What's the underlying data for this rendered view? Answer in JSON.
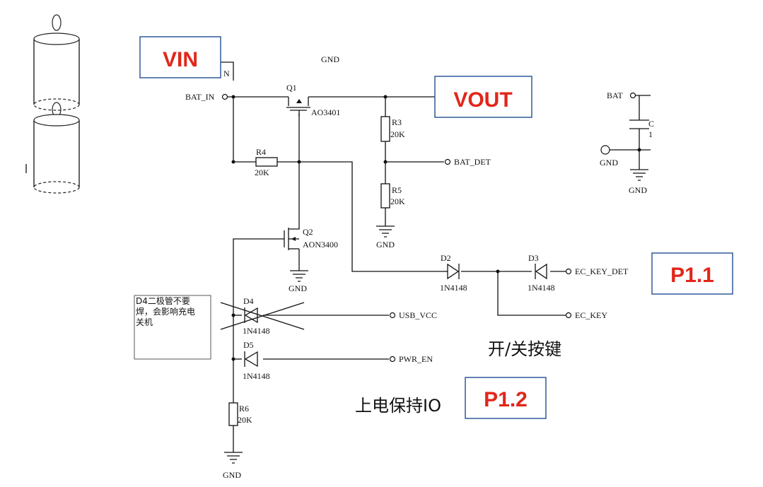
{
  "callouts": {
    "vin": "VIN",
    "vout": "VOUT",
    "p11": "P1.1",
    "p12": "P1.2"
  },
  "nets": {
    "bat_in": "BAT_IN",
    "bat_in_partial": "N",
    "gnd_top": "GND",
    "bat_det": "BAT_DET",
    "ec_key_det": "EC_KEY_DET",
    "ec_key": "EC_KEY",
    "usb_vcc": "USB_VCC",
    "pwr_en": "PWR_EN",
    "bat_right": "BAT",
    "gnd_right_node": "GND",
    "gnd_right": "GND",
    "gnd_r5": "GND",
    "gnd_q2": "GND",
    "gnd_r6": "GND",
    "cap_partial": "C",
    "cap_partial_val": "1"
  },
  "parts": {
    "q1": {
      "ref": "Q1",
      "value": "AO3401"
    },
    "q2": {
      "ref": "Q2",
      "value": "AON3400"
    },
    "r3": {
      "ref": "R3",
      "value": "20K"
    },
    "r4": {
      "ref": "R4",
      "value": "20K"
    },
    "r5": {
      "ref": "R5",
      "value": "20K"
    },
    "r6": {
      "ref": "R6",
      "value": "20K"
    },
    "d2": {
      "ref": "D2",
      "value": "1N4148"
    },
    "d3": {
      "ref": "D3",
      "value": "1N4148"
    },
    "d4": {
      "ref": "D4",
      "value": "1N4148"
    },
    "d5": {
      "ref": "D5",
      "value": "1N4148"
    }
  },
  "notes": {
    "d4_note_line1": "D4二极管不要",
    "d4_note_line2": "焊，会影响充电",
    "d4_note_line3": "关机",
    "power_key": "开/关按键",
    "power_hold_io": "上电保持IO"
  }
}
